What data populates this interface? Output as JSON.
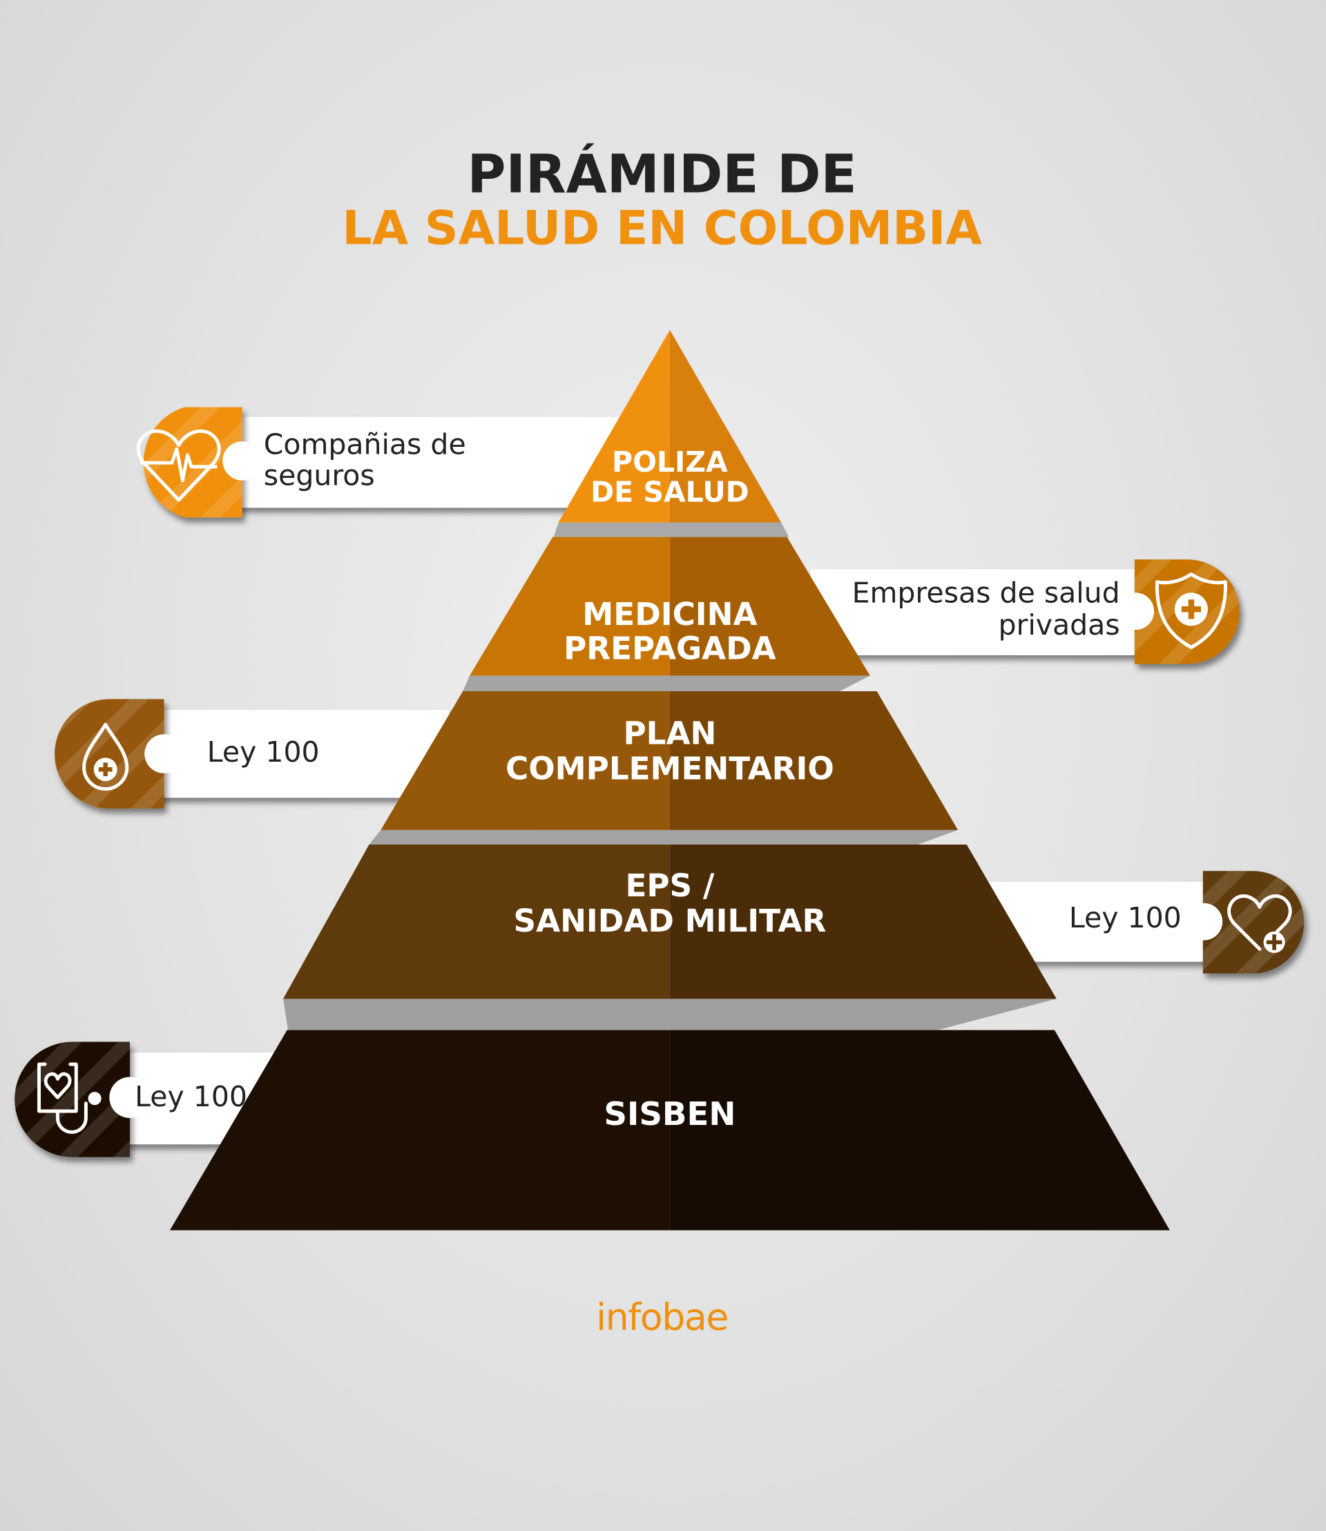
{
  "title": {
    "line1": "PIRÁMIDE DE",
    "line2": "LA SALUD EN COLOMBIA"
  },
  "tiers": [
    {
      "line1": "POLIZA",
      "line2": "DE SALUD"
    },
    {
      "line1": "MEDICINA",
      "line2": "PREPAGADA"
    },
    {
      "line1": "PLAN",
      "line2": "COMPLEMENTARIO"
    },
    {
      "line1": "EPS /",
      "line2": "SANIDAD MILITAR"
    },
    {
      "line1": "SISBEN"
    }
  ],
  "callouts": [
    {
      "line1": "Compañias de",
      "line2": "seguros",
      "icon": "heart-pulse-icon"
    },
    {
      "line1": "Empresas de salud",
      "line2": "privadas",
      "icon": "shield-cross-icon"
    },
    {
      "line1": "Ley 100",
      "icon": "blood-drop-icon"
    },
    {
      "line1": "Ley 100",
      "icon": "heart-plus-icon"
    },
    {
      "line1": "Ley 100",
      "icon": "stethoscope-icon"
    }
  ],
  "brand": "infobae",
  "colors": {
    "accent": "#f0900f",
    "title_dark": "#222222",
    "tier1": [
      "#f0900f",
      "#d97f0c"
    ],
    "tier2": [
      "#c87503",
      "#a65f04"
    ],
    "tier3": [
      "#95570a",
      "#7a4606"
    ],
    "tier4": [
      "#5e3a0d",
      "#4a2c08"
    ],
    "tier5": [
      "#1e0f05",
      "#170b03"
    ]
  }
}
